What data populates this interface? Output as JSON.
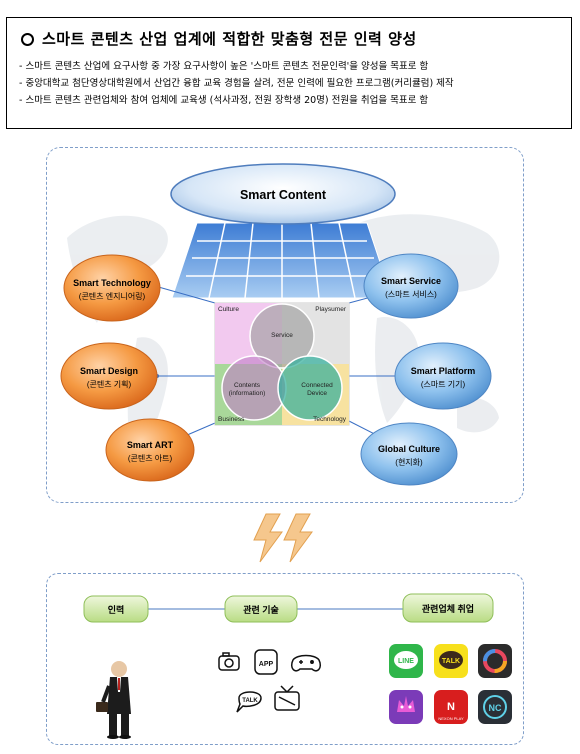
{
  "header": {
    "title": "스마트 콘텐츠 산업 업계에 적합한 맞춤형 전문 인력 양성",
    "bullets": [
      "스마트 콘텐츠 산업에 요구사항 중 가장 요구사항이 높은 '스마트 콘텐츠 전문인력'을 양성을 목표로 함",
      "중앙대학교 첨단영상대학원에서 산업간 융합 교육 경험을 살려, 전문 인력에 필요한 프로그램(커리큘럼) 제작",
      "스마트 콘텐츠 관련업체와 참여 업체에 교육생 (석사과정, 전원 장학생 20명) 전원을 취업을 목표로 함"
    ]
  },
  "diagram": {
    "center_title": "Smart Content",
    "nodes": {
      "technology": {
        "title": "Smart Technology",
        "sub": "(콘텐츠 엔지니어링)"
      },
      "design": {
        "title": "Smart Design",
        "sub": "(콘텐츠 기획)"
      },
      "art": {
        "title": "Smart ART",
        "sub": "(콘텐츠 아트)"
      },
      "service": {
        "title": "Smart Service",
        "sub": "(스마트 서비스)"
      },
      "platform": {
        "title": "Smart Platform",
        "sub": "(스마트 기기)"
      },
      "culture": {
        "title": "Global Culture",
        "sub": "(현지화)"
      }
    },
    "venn": {
      "corners": {
        "culture": "Culture",
        "playsumer": "Playsumer",
        "business": "Business",
        "technology": "Technology"
      },
      "service": "Service",
      "contents_line1": "Contents",
      "contents_line2": "(information)",
      "connected_line1": "Connected",
      "connected_line2": "Device"
    },
    "colors": {
      "orange": "#f08a2c",
      "blue": "#6aa6e0",
      "accent": "#1f5aa8"
    }
  },
  "flow": {
    "steps": [
      "인력",
      "관련 기술",
      "관련업체 취업"
    ],
    "tech_icons": [
      "camera-icon",
      "app-icon",
      "gamepad-icon",
      "talk-icon",
      "tv-icon"
    ],
    "company_logos": [
      {
        "name": "line-logo",
        "text": "LINE",
        "bg": "#2fb64a"
      },
      {
        "name": "kakao-talk-logo",
        "text": "TALK",
        "bg": "#f7e01c"
      },
      {
        "name": "ring-app-logo",
        "text": "",
        "bg": "#2b2b2b"
      },
      {
        "name": "monster-app-logo",
        "text": "",
        "bg": "#7b3bb8"
      },
      {
        "name": "nexon-play-logo",
        "text": "NEXON PLAY",
        "bg": "#d81e1e"
      },
      {
        "name": "nc-logo",
        "text": "NC",
        "bg": "#2a2f36"
      }
    ]
  }
}
